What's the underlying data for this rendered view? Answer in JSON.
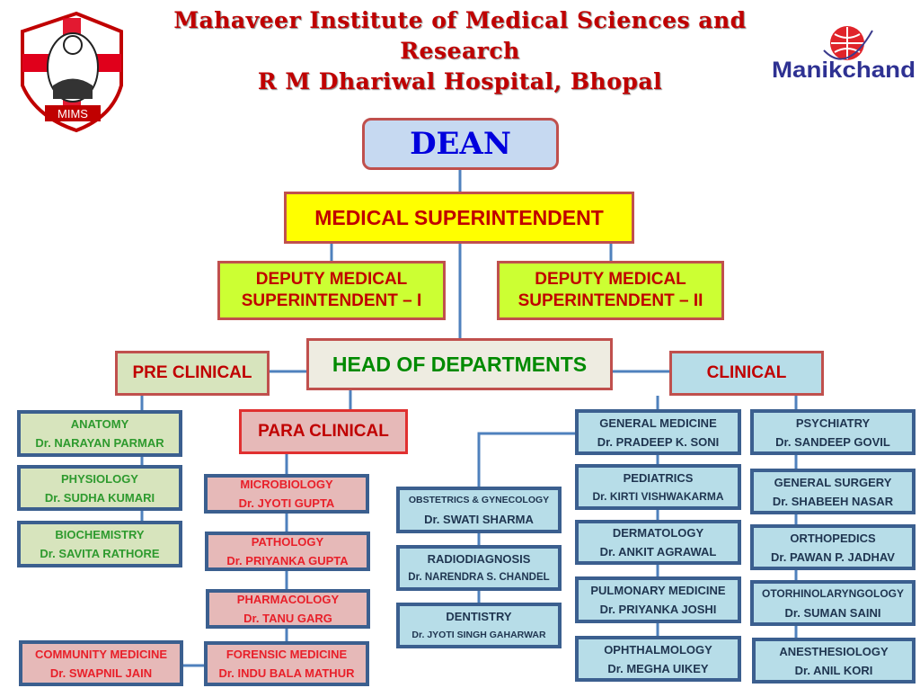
{
  "header": {
    "line1": "Mahaveer Institute of Medical Sciences and",
    "line2": "Research",
    "line3": "R M Dhariwal Hospital, Bhopal"
  },
  "logos": {
    "left": "MIMS",
    "right": "Manikchand"
  },
  "colors": {
    "connector": "#4f81bd",
    "box_border": "#c0504d",
    "dept_border": "#3b5f8f"
  },
  "top": {
    "dean": "DEAN",
    "ms": "MEDICAL SUPERINTENDENT",
    "dms1": [
      "DEPUTY MEDICAL",
      "SUPERINTENDENT – I"
    ],
    "dms2": [
      "DEPUTY MEDICAL",
      "SUPERINTENDENT – II"
    ],
    "hod": "HEAD OF DEPARTMENTS",
    "pre": "PRE CLINICAL",
    "para": "PARA CLINICAL",
    "clinical": "CLINICAL"
  },
  "pre_clinical": [
    {
      "dept": "ANATOMY",
      "head": "Dr. NARAYAN PARMAR"
    },
    {
      "dept": "PHYSIOLOGY",
      "head": "Dr. SUDHA KUMARI"
    },
    {
      "dept": "BIOCHEMISTRY",
      "head": "Dr. SAVITA RATHORE"
    }
  ],
  "para_clinical": [
    {
      "dept": "MICROBIOLOGY",
      "head": "Dr. JYOTI GUPTA"
    },
    {
      "dept": "PATHOLOGY",
      "head": "Dr. PRIYANKA GUPTA"
    },
    {
      "dept": "PHARMACOLOGY",
      "head": "Dr. TANU GARG"
    },
    {
      "dept": "FORENSIC MEDICINE",
      "head": "Dr. INDU BALA MATHUR"
    },
    {
      "dept": "COMMUNITY MEDICINE",
      "head": "Dr. SWAPNIL JAIN"
    }
  ],
  "clinical_left": [
    {
      "dept": "OBSTETRICS & GYNECOLOGY",
      "head": "Dr. SWATI SHARMA"
    },
    {
      "dept": "RADIODIAGNOSIS",
      "head": "Dr. NARENDRA S. CHANDEL"
    },
    {
      "dept": "DENTISTRY",
      "head": "Dr. JYOTI SINGH GAHARWAR"
    }
  ],
  "clinical_mid": [
    {
      "dept": "GENERAL MEDICINE",
      "head": "Dr. PRADEEP K. SONI"
    },
    {
      "dept": "PEDIATRICS",
      "head": "Dr. KIRTI VISHWAKARMA"
    },
    {
      "dept": "DERMATOLOGY",
      "head": "Dr. ANKIT AGRAWAL"
    },
    {
      "dept": "PULMONARY MEDICINE",
      "head": "Dr. PRIYANKA JOSHI"
    },
    {
      "dept": "OPHTHALMOLOGY",
      "head": "Dr. MEGHA UIKEY"
    }
  ],
  "clinical_right": [
    {
      "dept": "PSYCHIATRY",
      "head": "Dr. SANDEEP GOVIL"
    },
    {
      "dept": "GENERAL SURGERY",
      "head": "Dr. SHABEEH NASAR"
    },
    {
      "dept": "ORTHOPEDICS",
      "head": "Dr. PAWAN P. JADHAV"
    },
    {
      "dept": "OTORHINOLARYNGOLOGY",
      "head": "Dr. SUMAN SAINI"
    },
    {
      "dept": "ANESTHESIOLOGY",
      "head": "Dr. ANIL KORI"
    }
  ]
}
